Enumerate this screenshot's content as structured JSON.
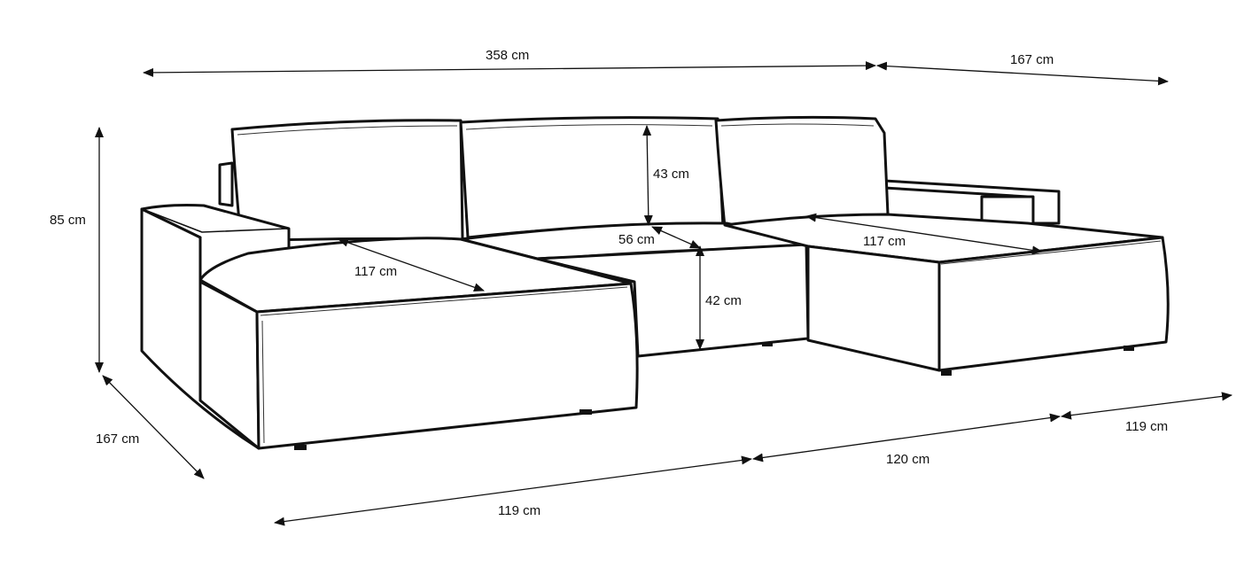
{
  "image": {
    "subject": "sofa-line-drawing"
  },
  "dimensions": {
    "top_width": "358 cm",
    "top_right_depth": "167 cm",
    "height_total": "85 cm",
    "left_depth": "167 cm",
    "backrest_height": "43 cm",
    "seat_depth": "56 cm",
    "seat_height": "42 cm",
    "left_chaise_length": "117 cm",
    "right_chaise_length": "117 cm",
    "bottom_left_width": "119 cm",
    "bottom_middle_width": "120 cm",
    "bottom_right_width": "119 cm"
  },
  "colors": {
    "line": "#111111",
    "background": "#ffffff"
  }
}
